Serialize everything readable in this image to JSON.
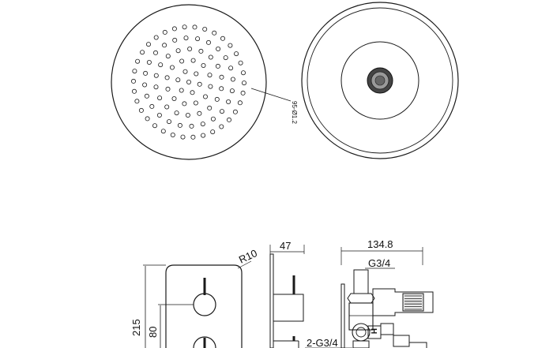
{
  "labels": {
    "nozzle_note": "95-Ø1.2",
    "depth": "47",
    "width_right": "134.8",
    "thread_top": "G3/4",
    "radius": "R10",
    "height_total": "215",
    "spacing": "80",
    "thread_inlets": "2-G3/4",
    "hot_mark": "H"
  }
}
